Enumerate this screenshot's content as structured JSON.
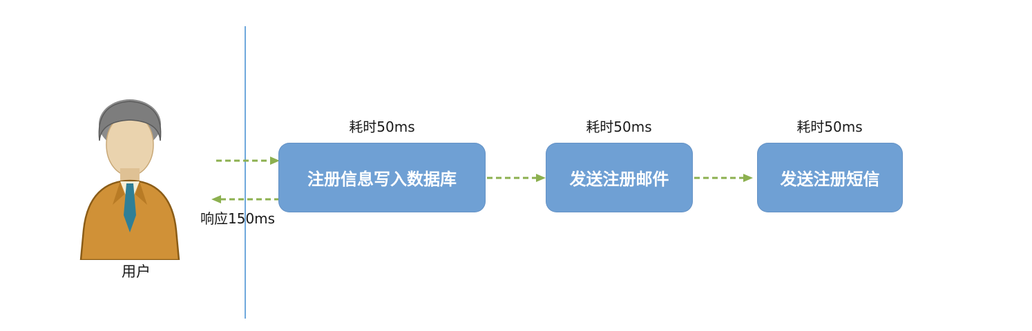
{
  "diagram": {
    "actor": {
      "label": "用户",
      "icon": "person-icon"
    },
    "response": {
      "label": "响应150ms"
    },
    "steps": [
      {
        "time_label": "耗时50ms",
        "label": "注册信息写入数据库"
      },
      {
        "time_label": "耗时50ms",
        "label": "发送注册邮件"
      },
      {
        "time_label": "耗时50ms",
        "label": "发送注册短信"
      }
    ],
    "colors": {
      "box_fill": "#6FA0D4",
      "box_text": "#FFFFFF",
      "arrow": "#8CB04F",
      "lifeline": "#6FA8DC"
    }
  }
}
